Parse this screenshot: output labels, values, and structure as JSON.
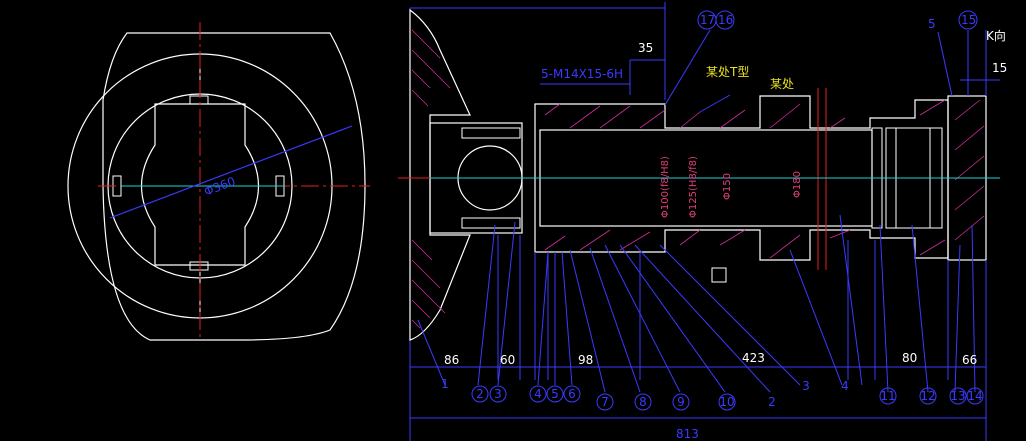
{
  "colors": {
    "background": "#000000",
    "outline": "#ffffff",
    "dimension": "#3a3aff",
    "center_line": "#e02020",
    "axis": "#20d0d0",
    "hatch": "#d0309a",
    "highlight": "#e8e020"
  },
  "left_view": {
    "diameter_label": "Φ360"
  },
  "right_view": {
    "dims": {
      "top_35": "35",
      "thread": "5-M14X15-6H",
      "right_15": "15",
      "section_mark": "K向",
      "d1": "Φ100(f8/H8)",
      "d2": "Φ125(H8/f8)",
      "d3": "Φ150",
      "d4": "Φ180",
      "left_86": "86",
      "left_60": "60",
      "left_98": "98",
      "overall_423": "423",
      "right_80": "80",
      "right_66": "66",
      "total_813": "813"
    },
    "notes": {
      "top_left": "某处T型",
      "top_right": "某处"
    },
    "balloons_bottom": [
      "1",
      "2",
      "3",
      "4",
      "5",
      "6",
      "7",
      "8",
      "9",
      "10",
      "2",
      "3",
      "4",
      "11",
      "12",
      "13",
      "14"
    ],
    "balloons_top": [
      "17",
      "16"
    ],
    "balloon_top_right": "15",
    "balloon_top_right_number": "5"
  }
}
